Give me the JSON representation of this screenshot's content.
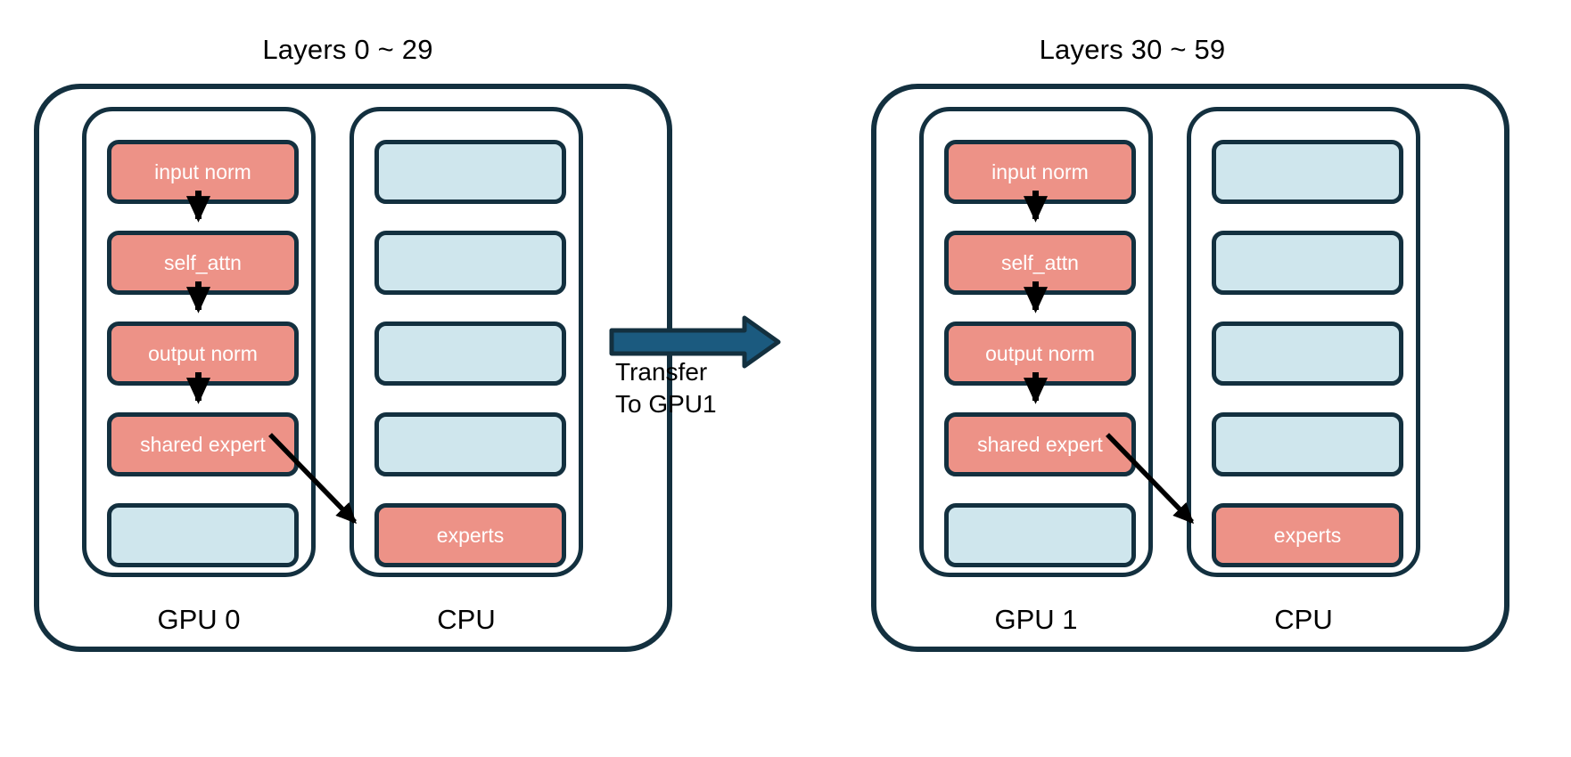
{
  "diagram": {
    "title_left": "Layers 0 ~ 29",
    "title_right": "Layers 30 ~ 59",
    "colors": {
      "active_block": "#ed9287",
      "idle_block": "#cfe6ed",
      "stroke": "#13303f",
      "transfer_arrow": "#1b5a7f",
      "flow_arrow": "#000000",
      "background": "#ffffff",
      "text_on_block": "#ffffff",
      "text_label": "#000000"
    },
    "panels": [
      {
        "id": "panel-left",
        "title": "Layers 0 ~ 29",
        "columns": [
          {
            "id": "gpu-0",
            "label": "GPU 0",
            "slots": [
              {
                "label": "input norm",
                "state": "active"
              },
              {
                "label": "self_attn",
                "state": "active"
              },
              {
                "label": "output norm",
                "state": "active"
              },
              {
                "label": "shared expert",
                "state": "active"
              },
              {
                "label": "",
                "state": "idle"
              }
            ]
          },
          {
            "id": "cpu-0",
            "label": "CPU",
            "slots": [
              {
                "label": "",
                "state": "idle"
              },
              {
                "label": "",
                "state": "idle"
              },
              {
                "label": "",
                "state": "idle"
              },
              {
                "label": "",
                "state": "idle"
              },
              {
                "label": "experts",
                "state": "active"
              }
            ]
          }
        ]
      },
      {
        "id": "panel-right",
        "title": "Layers 30 ~ 59",
        "columns": [
          {
            "id": "gpu-1",
            "label": "GPU 1",
            "slots": [
              {
                "label": "input norm",
                "state": "active"
              },
              {
                "label": "self_attn",
                "state": "active"
              },
              {
                "label": "output norm",
                "state": "active"
              },
              {
                "label": "shared expert",
                "state": "active"
              },
              {
                "label": "",
                "state": "idle"
              }
            ]
          },
          {
            "id": "cpu-1",
            "label": "CPU",
            "slots": [
              {
                "label": "",
                "state": "idle"
              },
              {
                "label": "",
                "state": "idle"
              },
              {
                "label": "",
                "state": "idle"
              },
              {
                "label": "",
                "state": "idle"
              },
              {
                "label": "experts",
                "state": "active"
              }
            ]
          }
        ]
      }
    ],
    "transfer": {
      "line1": "Transfer",
      "line2": "To GPU1"
    }
  }
}
